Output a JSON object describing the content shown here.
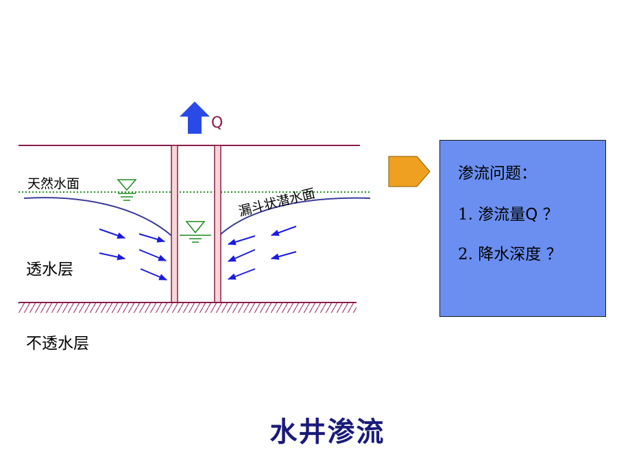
{
  "diagram": {
    "discharge_label": "Q",
    "natural_water_level_label": "天然水面",
    "funnel_phreatic_surface_label": "漏斗状潜水面",
    "permeable_layer_label": "透水层",
    "impermeable_layer_label": "不透水层"
  },
  "panel": {
    "heading": "渗流问题：",
    "questions": [
      {
        "number": "1.",
        "text": "渗流量Q ？"
      },
      {
        "number": "2.",
        "text": "降水深度 ？"
      }
    ]
  },
  "title": "水井渗流",
  "colors": {
    "ground_line": "#8b1a4a",
    "well_casing_fill": "#f6d6d6",
    "natural_water_level": "#1a8a1a",
    "phreatic_surface": "#3a3a9a",
    "flow_arrows": "#1a1ae0",
    "discharge_arrow": "#2a4ae8",
    "pointer_arrow": "#f0a020",
    "panel_background": "#6b8ff0",
    "title": "#1a1a7a"
  },
  "icons": {
    "water_level_marker": "inverted-triangle-water-level-icon",
    "discharge": "up-arrow-icon",
    "pointer": "right-chevron-arrow-icon"
  }
}
